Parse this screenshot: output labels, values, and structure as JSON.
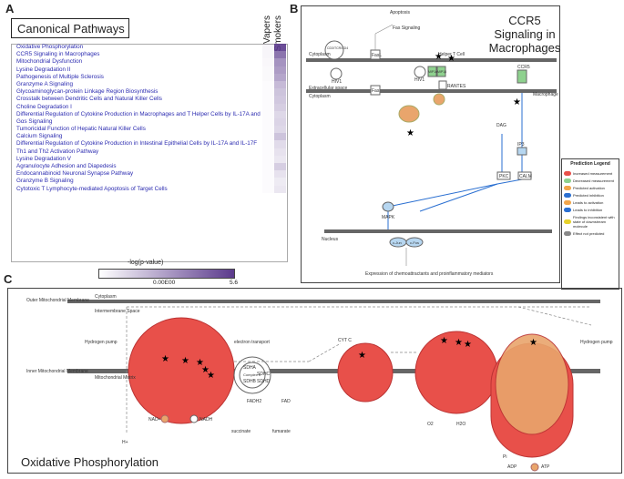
{
  "panel_a": {
    "letter": "A",
    "title": "Canonical Pathways",
    "col_vapers": "Vapers",
    "col_smokers": "Smokers",
    "pathways": [
      "Oxidative Phosphorylation",
      "CCR5 Signaling in Macrophages",
      "Mitochondrial Dysfunction",
      "Lysine Degradation II",
      "Pathogenesis of Multiple Sclerosis",
      "Granzyme A Signaling",
      "Glycoaminoglycan-protein Linkage Region Biosynthesis",
      "Crosstalk between Dendritic Cells and Natural Killer Cells",
      "Choline Degradation I",
      "Differential Regulation of Cytokine Production in Macrophages and T Helper Cells by IL-17A and IL-17F",
      "Gαs Signaling",
      "Tumoricidal Function of Hepatic Natural Killer Cells",
      "Calcium Signaling",
      "Differential Regulation of Cytokine Production in Intestinal Epithelial Cells by IL-17A and IL-17F",
      "Th1 and Th2 Activation Pathway",
      "Lysine Degradation V",
      "Agranulocyte Adhesion and Diapedesis",
      "Endocannabinoid Neuronal Synapse Pathway",
      "Granzyme B Signaling",
      "Cytotoxic T Lymphocyte-mediated Apoptosis of Target Cells"
    ],
    "heat_vapers": [
      0.05,
      0.05,
      0.04,
      0.03,
      0.03,
      0.02,
      0.02,
      0.02,
      0.02,
      0.02,
      0.02,
      0.02,
      0.02,
      0.02,
      0.02,
      0.02,
      0.02,
      0.02,
      0.02,
      0.02
    ],
    "heat_smokers": [
      0.9,
      0.7,
      0.55,
      0.5,
      0.45,
      0.35,
      0.3,
      0.28,
      0.25,
      0.2,
      0.22,
      0.2,
      0.3,
      0.18,
      0.15,
      0.12,
      0.25,
      0.15,
      0.1,
      0.12
    ],
    "legend_label": "-log(p-value)",
    "legend_min": "0.00E00",
    "legend_max": "5.6",
    "color_high": "#5b3a8c"
  },
  "panel_b": {
    "letter": "B",
    "title": "CCR5 Signaling in Macrophages",
    "labels": {
      "apoptosis": "Apoptosis",
      "fas_signaling": "Fas Signaling",
      "cytoplasm_top": "Cytoplasm",
      "helper_t": "Helper T Cell",
      "cd3": "CD3/TCR/CD4",
      "hiv1_a": "HIV1",
      "hiv1_b": "HIV1",
      "mip1a": "MIP1α",
      "mip1b": "MIP1β",
      "rantes": "RANTES",
      "extracellular": "Extracellular space",
      "cytoplasm": "Cytoplasm",
      "fasl": "FasL",
      "fas": "Fas",
      "ccr5": "CCR5",
      "macrophage": "Macrophage",
      "dag": "DAG",
      "ip3": "IP3",
      "pkc": "PKC",
      "calm": "CALM",
      "mapk": "MAPK",
      "nucleus": "Nucleus",
      "cjun": "c-Jun",
      "cfos": "c-Fos",
      "expression": "Expression of chemoattractants and proinflammatory mediators"
    },
    "legend_title": "Prediction Legend",
    "legend_items": [
      "Increased measurement",
      "Decreased measurement",
      "Predicted activation",
      "Predicted inhibition",
      "Leads to activation",
      "Leads to inhibition",
      "Findings inconsistent with state of downstream molecule",
      "Effect not predicted"
    ]
  },
  "panel_c": {
    "letter": "C",
    "title": "Oxidative Phosphorylation",
    "labels": {
      "outer_membrane": "Outer Mitochondrial Membrane",
      "cytoplasm": "Cytoplasm",
      "intermembrane": "Intermembrane Space",
      "inner_membrane": "Inner Mitochondrial Membrane",
      "matrix": "Mitochondrial Matrix",
      "hydrogen_pump_left": "Hydrogen pump",
      "hydrogen_pump_right": "Hydrogen pump",
      "electron_transport": "electron transport",
      "cyt_c": "CYT C",
      "nadh": "NADH",
      "nad": "NAD+",
      "fadh2": "FADH2",
      "fad": "FAD",
      "succinate": "succinate",
      "fumarate": "fumarate",
      "o2": "O2",
      "h2o": "H2O",
      "adp": "ADP",
      "atp": "ATP",
      "pi": "Pi",
      "complex_ii": "Complex II",
      "sdha": "SDHA",
      "sdhb": "SDHB",
      "sdhc": "SDHC",
      "sdhd": "SDHD",
      "hplus": "H+"
    },
    "color_complex": "#e8504a",
    "color_gene": "#e9a56c"
  }
}
